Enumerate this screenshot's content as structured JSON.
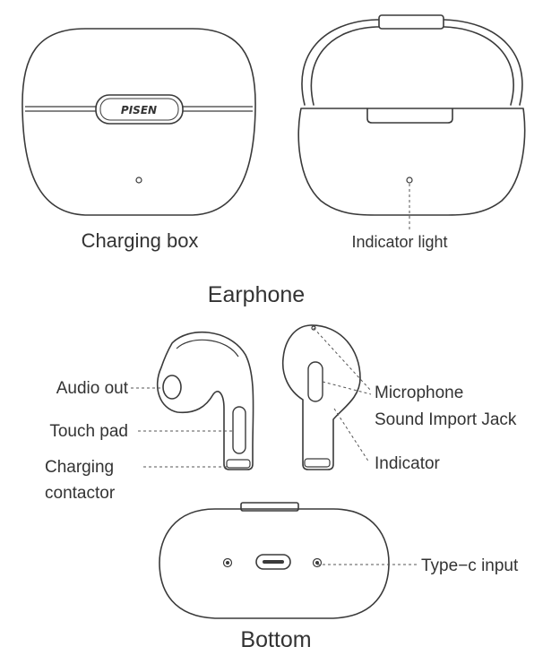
{
  "top": {
    "charging_box_label": "Charging box",
    "indicator_light_label": "Indicator light",
    "brand_logo": "PISEN"
  },
  "earphone": {
    "title": "Earphone",
    "labels": {
      "audio_out": "Audio out",
      "touch_pad": "Touch pad",
      "charging_line1": "Charging",
      "charging_line2": "contactor",
      "microphone": "Microphone",
      "sound_import_jack": "Sound Import Jack",
      "indicator": "Indicator"
    }
  },
  "bottom": {
    "title": "Bottom",
    "type_c_label": "Type−c input"
  },
  "colors": {
    "line": "#3a3a3a",
    "text": "#333333",
    "background": "#ffffff"
  }
}
